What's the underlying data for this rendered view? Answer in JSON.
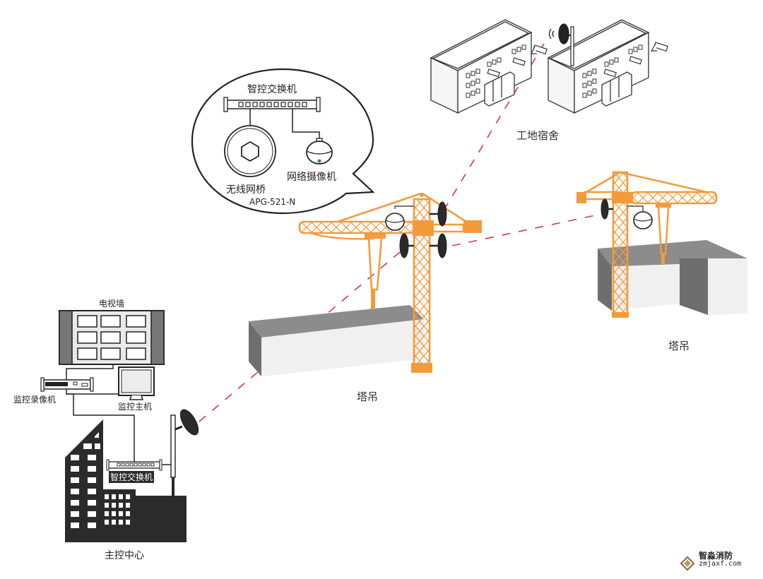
{
  "colors": {
    "crane": "#f39a3a",
    "link": "#d9363e",
    "building_dark": "#2b2b2b",
    "block_top": "#8c8c8c",
    "block_side": "#6e6e6e",
    "block_face": "#f0f0f0"
  },
  "callout": {
    "switch_label": "智控交换机",
    "bridge_label": "无线网桥",
    "model": "APG-521-N",
    "camera_label": "网络摄像机"
  },
  "dormitory": {
    "label": "工地宿舍"
  },
  "cranes": [
    {
      "label": "塔吊"
    },
    {
      "label": "塔吊"
    }
  ],
  "control_center": {
    "tv_wall_label": "电视墙",
    "nvr_label": "监控录像机",
    "host_label": "监控主机",
    "switch_label": "智控交换机",
    "building_label": "主控中心"
  },
  "brand": {
    "name": "智淼消防",
    "url": "zmjaxf.com"
  }
}
